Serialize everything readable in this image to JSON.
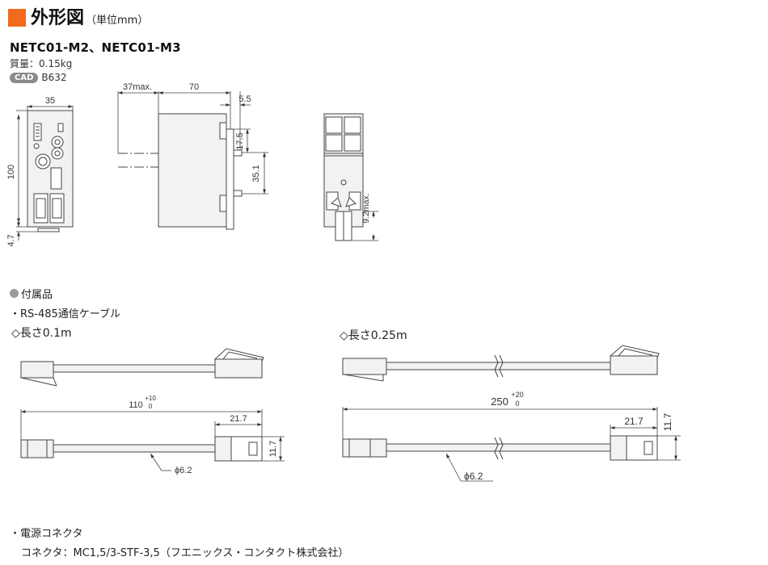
{
  "header": {
    "title": "外形図",
    "unit": "（単位mm）",
    "accent_color": "#f26a1b"
  },
  "product": {
    "models": "NETC01-M2、NETC01-M3",
    "mass": "質量：0.15kg",
    "cad_badge": "CAD",
    "cad_code": "B632"
  },
  "main_drawing": {
    "dim_width": "35",
    "dim_height": "100",
    "dim_bottom": "4.7",
    "dim_protrusion": "37max.",
    "dim_depth": "70",
    "dim_rail": "5.5",
    "dim_upper": "17.5",
    "dim_rail_pitch": "35.1",
    "dim_latch": "9.2max."
  },
  "accessories": {
    "heading": "付属品",
    "dot_color": "#9a9a9a",
    "cable_title": "・RS-485通信ケーブル",
    "cable_short": {
      "label": "◇長さ0.1m",
      "length": "110",
      "tol_plus": "+10",
      "tol_minus": "0",
      "connector_len": "21.7",
      "diameter": "ϕ6.2",
      "height": "11.7"
    },
    "cable_long": {
      "label": "◇長さ0.25m",
      "length": "250",
      "tol_plus": "+20",
      "tol_minus": "0",
      "connector_len": "21.7",
      "diameter": "ϕ6.2",
      "height": "11.7"
    },
    "power_title": "・電源コネクタ",
    "power_connector": "コネクタ：MC1,5/3-STF-3,5（フエニックス・コンタクト株式会社）"
  }
}
